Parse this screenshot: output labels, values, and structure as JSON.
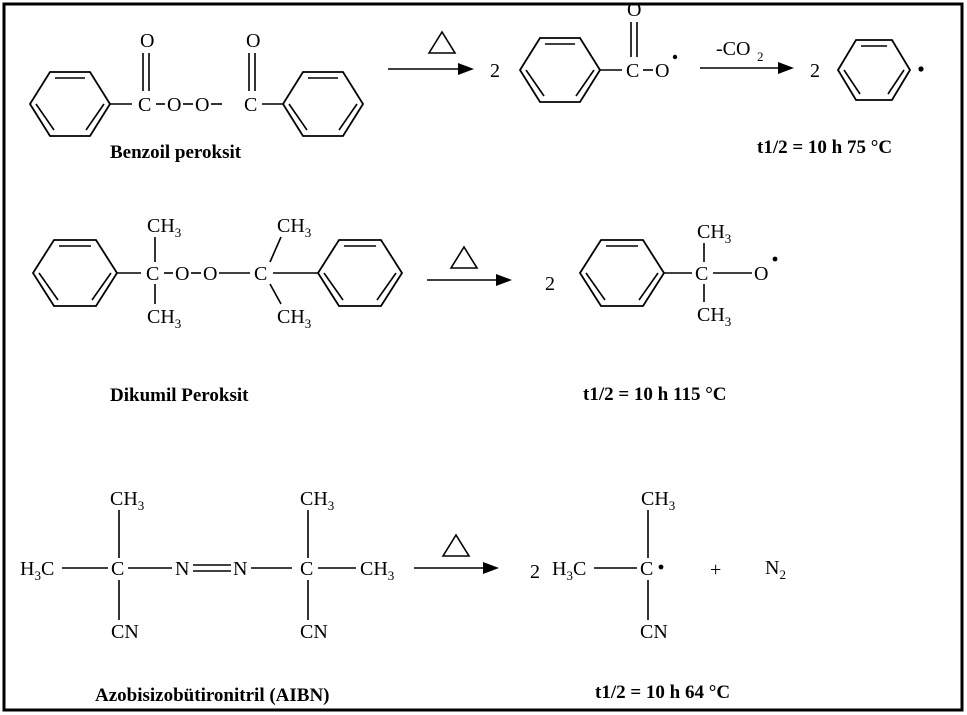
{
  "frame_color": "#000000",
  "reactions": [
    {
      "name": "Benzoil peroksit",
      "halflife": "t1/2 = 10 h 75 °C",
      "coef1": "2",
      "coef2": "2",
      "byproduct": "-CO",
      "byproduct_sub": "2"
    },
    {
      "name": "Dikumil Peroksit",
      "halflife": "t1/2 = 10 h 115 °C",
      "coef1": "2"
    },
    {
      "name": "Azobisizobütironitril (AIBN)",
      "halflife": "t1/2 = 10 h 64 °C",
      "coef1": "2",
      "plus": "+"
    }
  ],
  "atoms": {
    "O": "O",
    "C": "C",
    "N": "N",
    "CH": "CH",
    "H": "H",
    "CN": "CN",
    "sub3": "3",
    "sub2": "2"
  },
  "icons": {
    "heat": "triangle-heat-icon",
    "arrow": "reaction-arrow-icon",
    "radical": "radical-dot-icon",
    "ring": "benzene-ring-icon"
  }
}
